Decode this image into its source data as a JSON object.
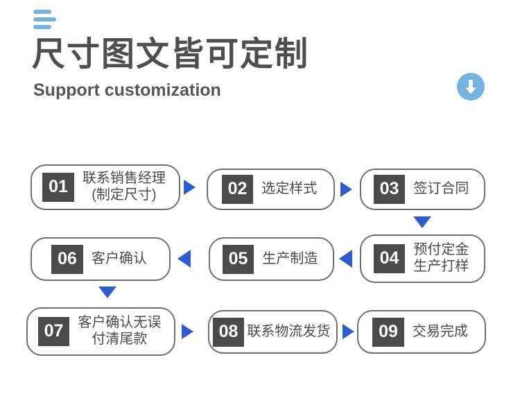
{
  "header": {
    "menu_icon": "hamburger-icon",
    "title_cn": "尺寸图文皆可定制",
    "title_en": "Support customization",
    "badge_icon": "download-arrow-icon",
    "colors": {
      "accent_blue": "#74b4df",
      "title_gray": "#4e4e4e",
      "arrow_blue": "#2f5bd0",
      "number_box": "#4b4b4b",
      "border_gray": "#6e6e6e"
    }
  },
  "flow": {
    "nodes": [
      {
        "id": "01",
        "num": "01",
        "label": "联系销售经理\n(制定尺寸)"
      },
      {
        "id": "02",
        "num": "02",
        "label": "选定样式"
      },
      {
        "id": "03",
        "num": "03",
        "label": "签订合同"
      },
      {
        "id": "04",
        "num": "04",
        "label": "预付定金\n生产打样"
      },
      {
        "id": "05",
        "num": "05",
        "label": "生产制造"
      },
      {
        "id": "06",
        "num": "06",
        "label": "客户确认"
      },
      {
        "id": "07",
        "num": "07",
        "label": "客户确认无误\n付清尾款"
      },
      {
        "id": "08",
        "num": "08",
        "label": "联系物流发货"
      },
      {
        "id": "09",
        "num": "09",
        "label": "交易完成"
      }
    ],
    "arrows": [
      {
        "from": "01",
        "to": "02",
        "direction": "right"
      },
      {
        "from": "02",
        "to": "03",
        "direction": "right"
      },
      {
        "from": "03",
        "to": "04",
        "direction": "down"
      },
      {
        "from": "04",
        "to": "05",
        "direction": "left"
      },
      {
        "from": "05",
        "to": "06",
        "direction": "left"
      },
      {
        "from": "06",
        "to": "07",
        "direction": "down"
      },
      {
        "from": "07",
        "to": "08",
        "direction": "right"
      },
      {
        "from": "08",
        "to": "09",
        "direction": "right"
      }
    ]
  }
}
